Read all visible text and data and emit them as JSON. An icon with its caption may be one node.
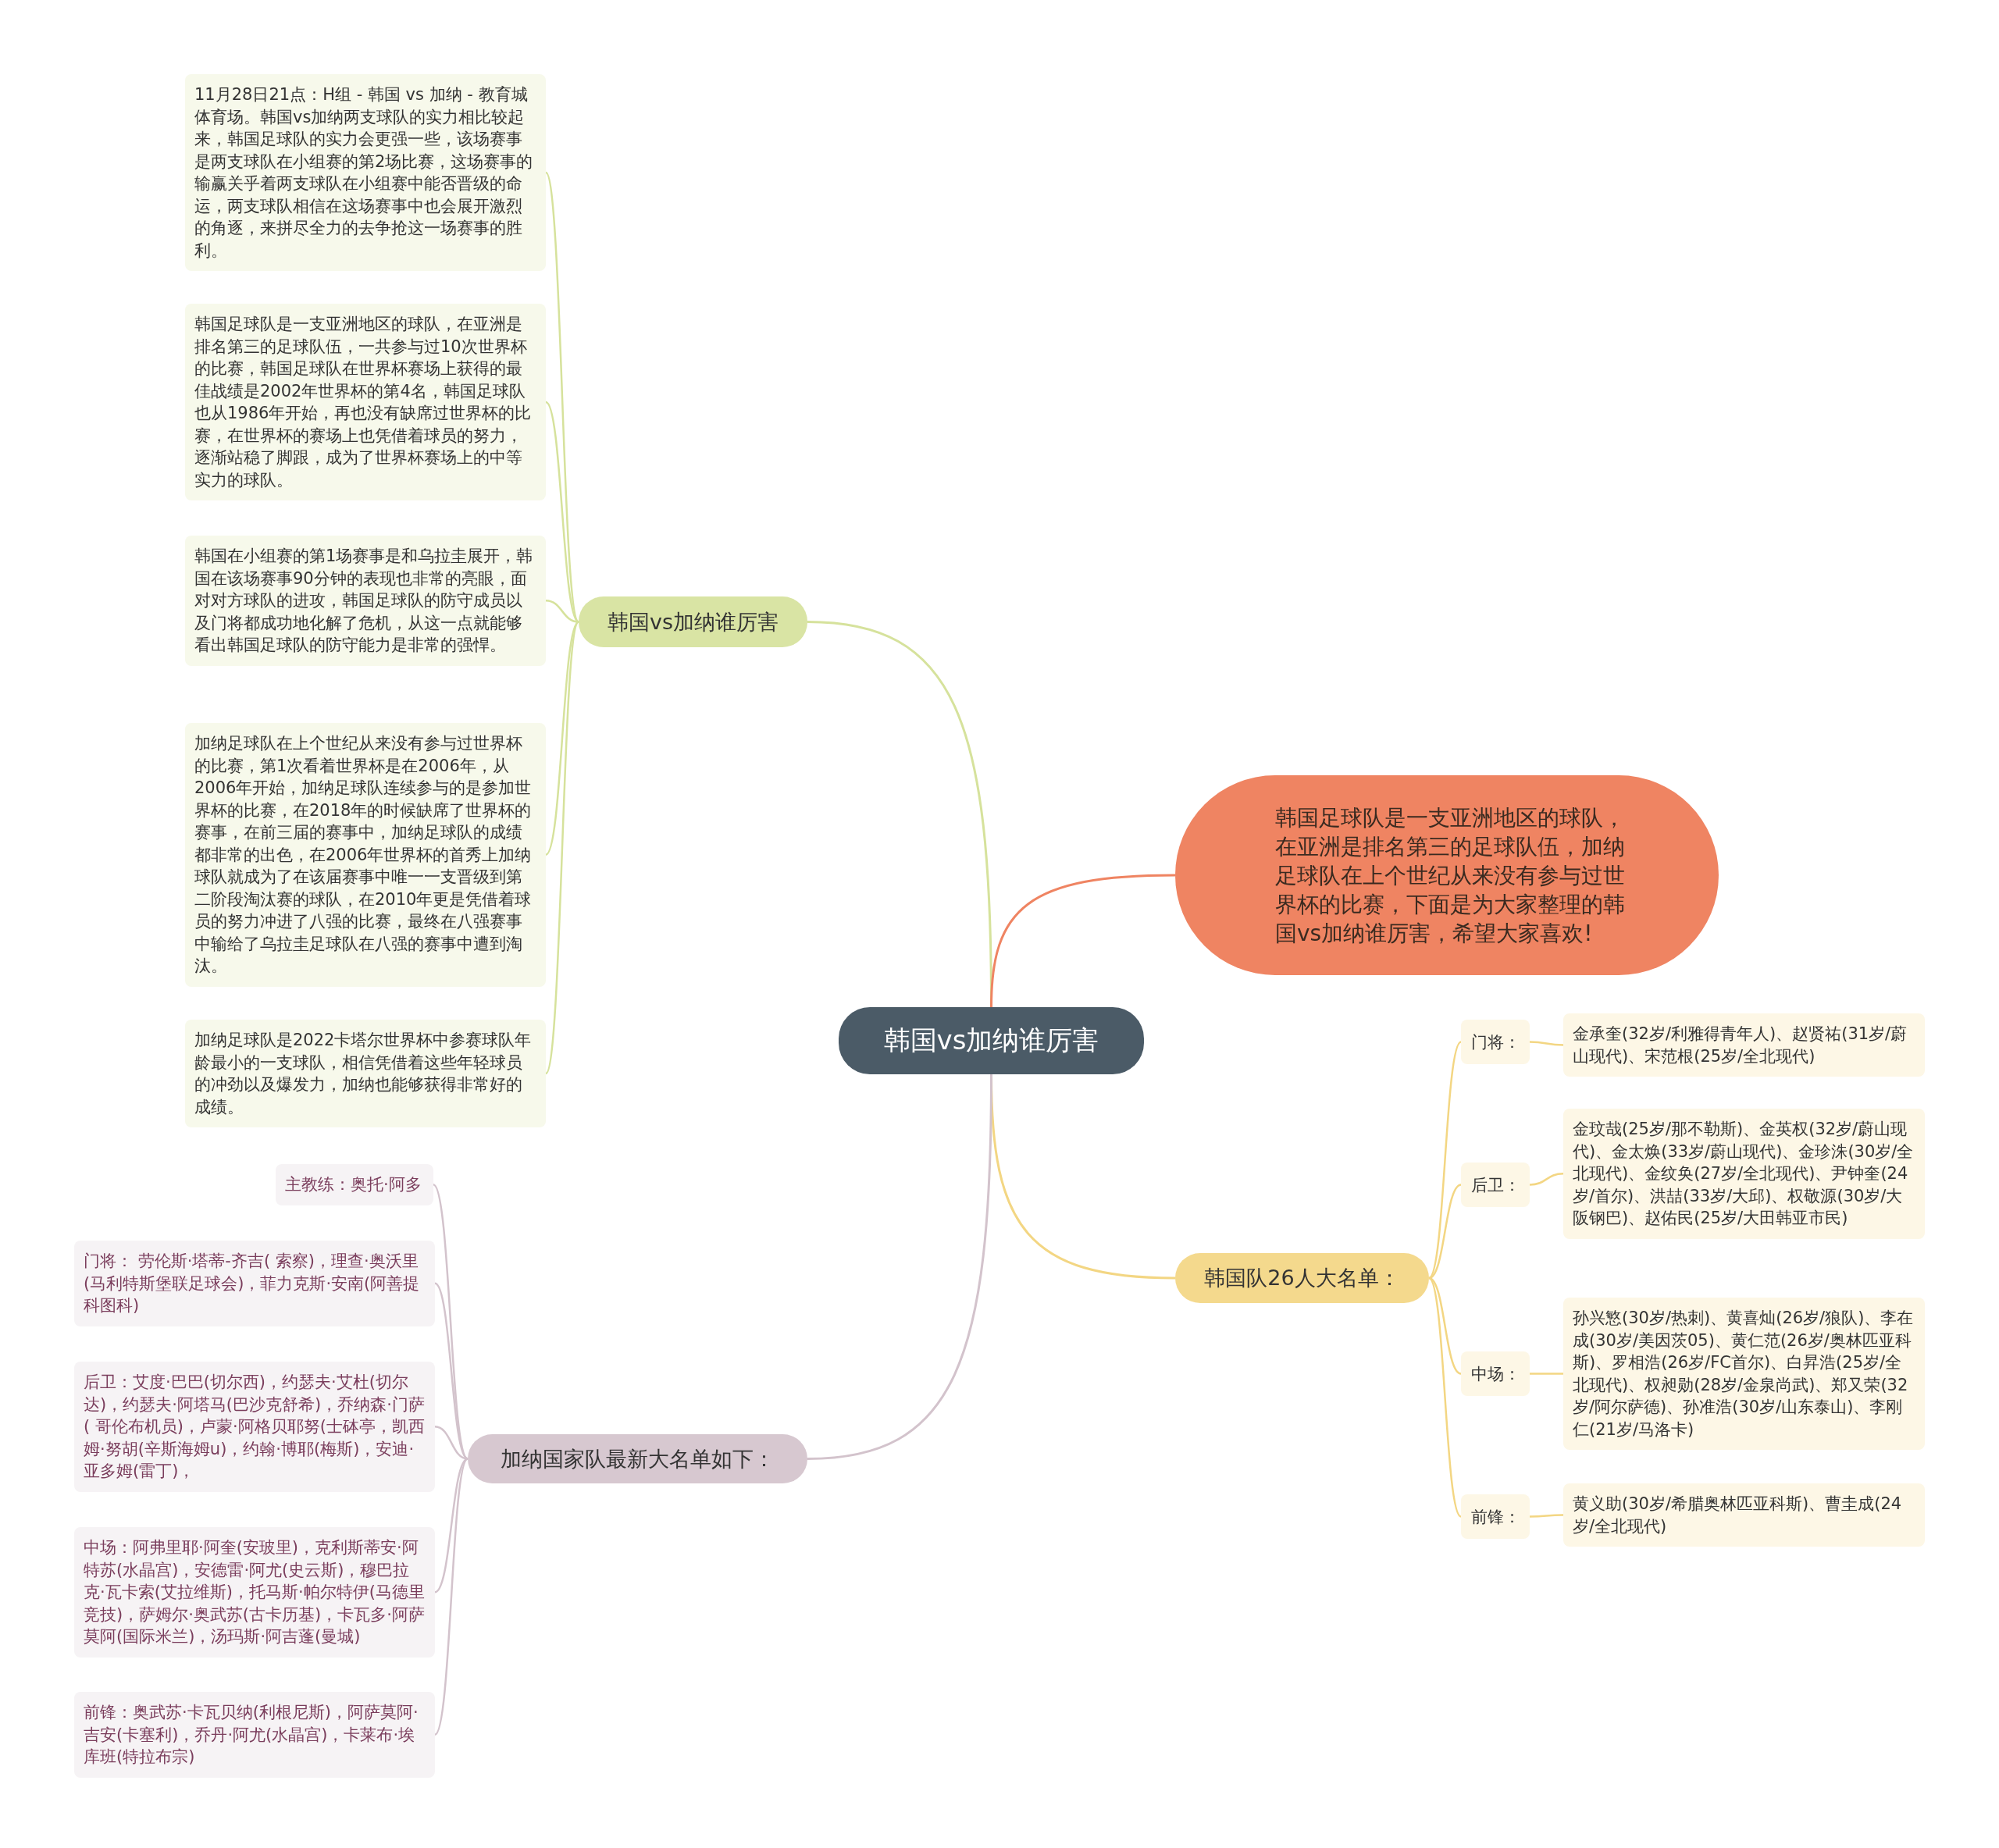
{
  "diagram": {
    "nodes": [
      {
        "text": [
          "韩国vs加纳谁厉害"
        ]
      },
      {
        "text": [
          "韩国vs加纳谁厉害"
        ]
      },
      {
        "text": [
          "11月28日21点：H组 - 韩国 vs 加纳 - 教育城体育场。韩国vs加纳两支球队的实力相比较起来，韩国足球队的实力会更强一些，该场赛事是两支球队在小组赛的第2场比赛，这场赛事的输赢关乎着两支球队在小组赛中能否晋级的命运，两支球队相信在这场赛事中也会展开激烈的角逐，来拼尽全力的去争抢这一场赛事的胜利。"
        ]
      },
      {
        "text": [
          "韩国足球队是一支亚洲地区的球队，在亚洲是排名第三的足球队伍，一共参与过10次世界杯的比赛，韩国足球队在世界杯赛场上获得的最佳战绩是2002年世界杯的第4名，韩国足球队也从1986年开始，再也没有缺席过世界杯的比赛，在世界杯的赛场上也凭借着球员的努力，逐渐站稳了脚跟，成为了世界杯赛场上的中等实力的球队。"
        ]
      },
      {
        "text": [
          "韩国在小组赛的第1场赛事是和乌拉圭展开，韩国在该场赛事90分钟的表现也非常的亮眼，面对对方球队的进攻，韩国足球队的防守成员以及门将都成功地化解了危机，从这一点就能够看出韩国足球队的防守能力是非常的强悍。"
        ]
      },
      {
        "text": [
          "加纳足球队在上个世纪从来没有参与过世界杯的比赛，第1次看着世界杯是在2006年，从2006年开始，加纳足球队连续参与的是参加世界杯的比赛，在2018年的时候缺席了世界杯的赛事，在前三届的赛事中，加纳足球队的成绩都非常的出色，在2006年世界杯的首秀上加纳球队就成为了在该届赛事中唯一一支晋级到第二阶段淘汰赛的球队，在2010年更是凭借着球员的努力冲进了八强的比赛，最终在八强赛事中输给了乌拉圭足球队在八强的赛事中遭到淘汰。"
        ]
      },
      {
        "text": [
          "加纳足球队是2022卡塔尔世界杯中参赛球队年龄最小的一支球队，相信凭借着这些年轻球员的冲劲以及爆发力，加纳也能够获得非常好的成绩。"
        ]
      },
      {
        "text": [
          "韩国足球队是一支亚洲地区的球队，在亚洲是排名第三的足球队伍，加纳足球队在上个世纪从来没有参与过世界杯的比赛，下面是为大家整理的韩国vs加纳谁厉害，希望大家喜欢!"
        ]
      },
      {
        "text": [
          "韩国队26人大名单："
        ]
      },
      {
        "text": [
          "门将："
        ]
      },
      {
        "text": [
          "金承奎(32岁/利雅得青年人)、赵贤祐(31岁/蔚山现代)、宋范根(25岁/全北现代)"
        ]
      },
      {
        "text": [
          "后卫："
        ]
      },
      {
        "text": [
          "金玟哉(25岁/那不勒斯)、金英权(32岁/蔚山现代)、金太焕(33岁/蔚山现代)、金珍洙(30岁/全北现代)、金纹奂(27岁/全北现代)、尹钟奎(24岁/首尔)、洪喆(33岁/大邱)、权敬源(30岁/大阪钢巴)、赵佑民(25岁/大田韩亚市民)"
        ]
      },
      {
        "text": [
          "中场："
        ]
      },
      {
        "text": [
          "孙兴慜(30岁/热刺)、黄喜灿(26岁/狼队)、李在成(30岁/美因茨05)、黄仁范(26岁/奥林匹亚科斯)、罗相浩(26岁/FC首尔)、白昇浩(25岁/全北现代)、权昶勋(28岁/金泉尚武)、郑又荣(32岁/阿尔萨德)、孙准浩(30岁/山东泰山)、李刚仁(21岁/马洛卡)"
        ]
      },
      {
        "text": [
          "前锋："
        ]
      },
      {
        "text": [
          "黄义助(30岁/希腊奥林匹亚科斯)、曹圭成(24岁/全北现代)"
        ]
      },
      {
        "text": [
          "加纳国家队最新大名单如下："
        ]
      },
      {
        "text": [
          "主教练：奥托·阿多"
        ]
      },
      {
        "text": [
          "门将： 劳伦斯·塔蒂-齐吉( 索察)，理查·奥沃里(马利特斯堡联足球会)，菲力克斯·安南(阿善提科图科)"
        ]
      },
      {
        "text": [
          "后卫：艾度·巴巴(切尔西)，约瑟夫·艾杜(切尔达)，约瑟夫·阿塔马(巴沙克舒希)，乔纳森·门萨( 哥伦布机员)，卢蒙·阿格贝耶努(士砵亭，凯西姆·努胡(辛斯海姆u)，约翰·博耶(梅斯)，安迪·亚多姆(雷丁)，"
        ]
      },
      {
        "text": [
          "中场：阿弗里耶·阿奎(安玻里)，克利斯蒂安·阿特苏(水晶宫)，安德雷·阿尤(史云斯)，穆巴拉克·瓦卡索(艾拉维斯)，托马斯·帕尔特伊(马德里竞技)，萨姆尔·奥武苏(古卡历基)，卡瓦多·阿萨莫阿(国际米兰)，汤玛斯·阿吉蓬(曼城)"
        ]
      },
      {
        "text": [
          "前锋：奥武苏·卡瓦贝纳(利根尼斯)，阿萨莫阿·吉安(卡塞利)，乔丹·阿尤(水晶宫)，卡莱布·埃库班(特拉布宗)"
        ]
      }
    ],
    "edges": [
      {
        "from": 0,
        "to": 1,
        "arrow": "none",
        "color": "#d6e29c"
      },
      {
        "from": 1,
        "to": 2,
        "arrow": "none",
        "color": "#d6e29c"
      },
      {
        "from": 1,
        "to": 3,
        "arrow": "none",
        "color": "#d6e29c"
      },
      {
        "from": 1,
        "to": 4,
        "arrow": "none",
        "color": "#d6e29c"
      },
      {
        "from": 1,
        "to": 5,
        "arrow": "none",
        "color": "#d6e29c"
      },
      {
        "from": 1,
        "to": 6,
        "arrow": "none",
        "color": "#d6e29c"
      },
      {
        "from": 0,
        "to": 7,
        "arrow": "none",
        "color": "#ef8462"
      },
      {
        "from": 0,
        "to": 8,
        "arrow": "none",
        "color": "#f3d683"
      },
      {
        "from": 8,
        "to": 9,
        "arrow": "none",
        "color": "#f3d683"
      },
      {
        "from": 8,
        "to": 11,
        "arrow": "none",
        "color": "#f3d683"
      },
      {
        "from": 8,
        "to": 13,
        "arrow": "none",
        "color": "#f3d683"
      },
      {
        "from": 8,
        "to": 15,
        "arrow": "none",
        "color": "#f3d683"
      },
      {
        "from": 9,
        "to": 10,
        "arrow": "none",
        "color": "#f3d683"
      },
      {
        "from": 11,
        "to": 12,
        "arrow": "none",
        "color": "#f3d683"
      },
      {
        "from": 13,
        "to": 14,
        "arrow": "none",
        "color": "#f3d683"
      },
      {
        "from": 15,
        "to": 16,
        "arrow": "none",
        "color": "#f3d683"
      },
      {
        "from": 0,
        "to": 17,
        "arrow": "none",
        "color": "#d3c3cc"
      },
      {
        "from": 17,
        "to": 18,
        "arrow": "none",
        "color": "#d3c3cc"
      },
      {
        "from": 17,
        "to": 19,
        "arrow": "none",
        "color": "#d3c3cc"
      },
      {
        "from": 17,
        "to": 20,
        "arrow": "none",
        "color": "#d3c3cc"
      },
      {
        "from": 17,
        "to": 21,
        "arrow": "none",
        "color": "#d3c3cc"
      },
      {
        "from": 17,
        "to": 22,
        "arrow": "none",
        "color": "#d3c3cc"
      }
    ]
  }
}
